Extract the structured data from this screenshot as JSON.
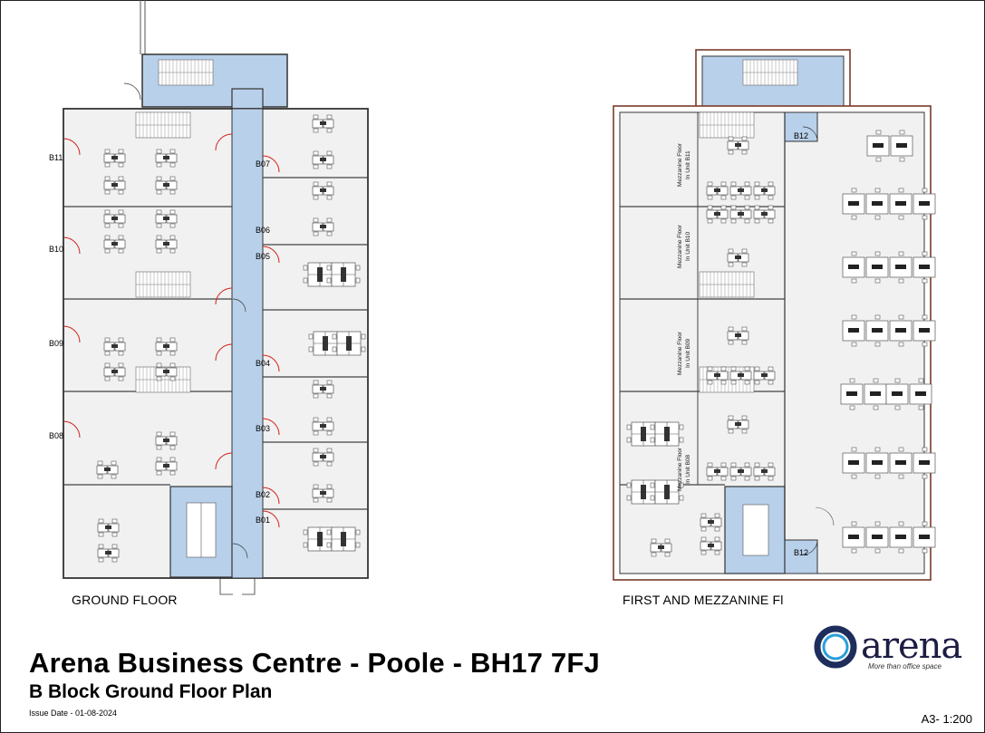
{
  "title": "Arena Business Centre - Poole - BH17 7FJ",
  "subtitle": "B Block Ground Floor Plan",
  "issue_date": "Issue Date - 01-08-2024",
  "scale": "A3- 1:200",
  "ground_label": "GROUND FLOOR",
  "first_label": "FIRST AND MEZZANINE Fl",
  "logo": {
    "word": "arena",
    "tagline": "More than office space"
  },
  "ground_units": {
    "left": [
      "B11",
      "B10",
      "B09",
      "B08"
    ],
    "right": [
      "B07",
      "B06",
      "B05",
      "B04",
      "B03",
      "B02",
      "B01"
    ]
  },
  "first_units": {
    "stairs_top": "B12",
    "stairs_bottom": "B12"
  },
  "mezzanine_labels": [
    {
      "line1": "Mezzanine Floor",
      "line2": "In Unit B11"
    },
    {
      "line1": "Mezzanine Floor",
      "line2": "In Unit B10"
    },
    {
      "line1": "Mezzanine Floor",
      "line2": "In Unit B09"
    },
    {
      "line1": "Mezzanine Floor",
      "line2": "In Unit B08"
    }
  ],
  "colors": {
    "circulation": "#b8d0ea",
    "floor": "#f1f1f1",
    "door": "#d2231d",
    "wall": "#333333"
  }
}
